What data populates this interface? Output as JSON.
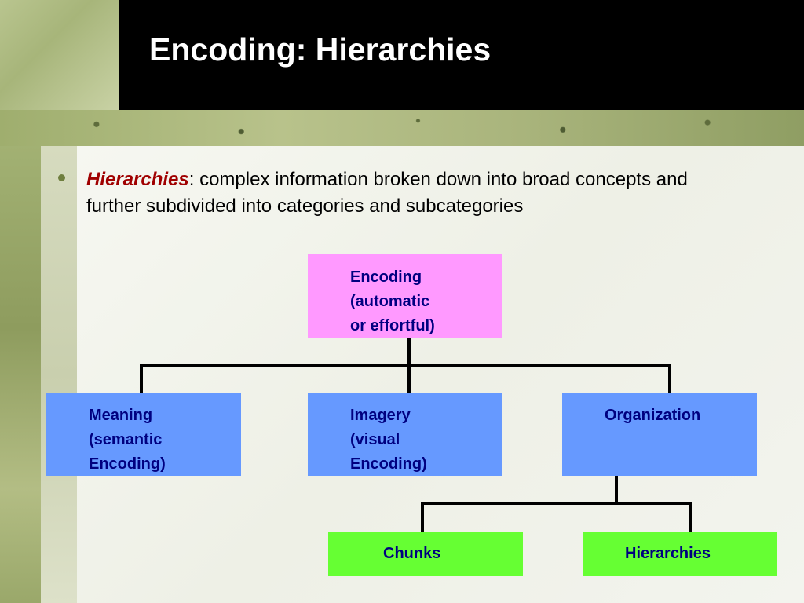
{
  "slide": {
    "title": "Encoding: Hierarchies",
    "bullet": {
      "term": "Hierarchies",
      "definition": ": complex information broken down into broad concepts and further subdivided into categories and subcategories"
    }
  },
  "diagram": {
    "root": {
      "lines": [
        "Encoding",
        "(automatic",
        "or effortful)"
      ]
    },
    "level1": [
      {
        "lines": [
          "Meaning",
          "(semantic",
          "Encoding)"
        ]
      },
      {
        "lines": [
          "Imagery",
          "(visual",
          "Encoding)"
        ]
      },
      {
        "lines": [
          "Organization"
        ]
      }
    ],
    "level2": [
      {
        "lines": [
          "Chunks"
        ]
      },
      {
        "lines": [
          "Hierarchies"
        ]
      }
    ]
  },
  "colors": {
    "root_fill": "#ff99ff",
    "level1_fill": "#6699ff",
    "level2_fill": "#66ff33",
    "node_text": "#000080",
    "term_text": "#a00000",
    "title_bar": "#000000"
  }
}
